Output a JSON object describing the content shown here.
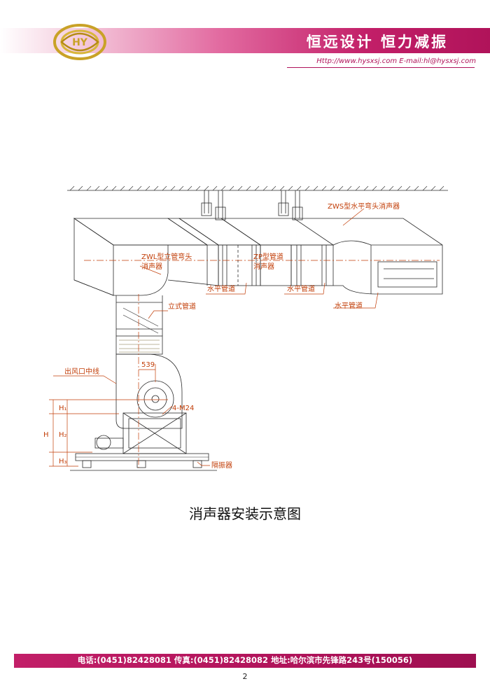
{
  "header": {
    "slogan": "恒远设计  恒力减振",
    "contact": "Http://www.hysxsj.com  E-mail:hl@hysxsj.com"
  },
  "diagram": {
    "labels": {
      "zws_silencer": "ZWS型水平弯头消声器",
      "zwl_line1": "ZWL型立管弯头",
      "zwl_line2": "消声器",
      "zp_line1": "ZP型管道",
      "zp_line2": "消声器",
      "horizontal_duct": "水平管道",
      "vertical_duct": "立式管道",
      "outlet_centerline": "出风口中线",
      "dim_539": "539",
      "bolts": "4-M24",
      "isolator": "隔振器",
      "h": "H",
      "h1": "H₁",
      "h2": "H₂",
      "h3": "H₃"
    },
    "colors": {
      "line": "#2a2a2a",
      "label": "#c23e08"
    }
  },
  "caption": "消声器安装示意图",
  "footer": {
    "text": "电话:(0451)82428081 传真:(0451)82428082 地址:哈尔滨市先锋路243号(150056)"
  },
  "page_number": "2"
}
